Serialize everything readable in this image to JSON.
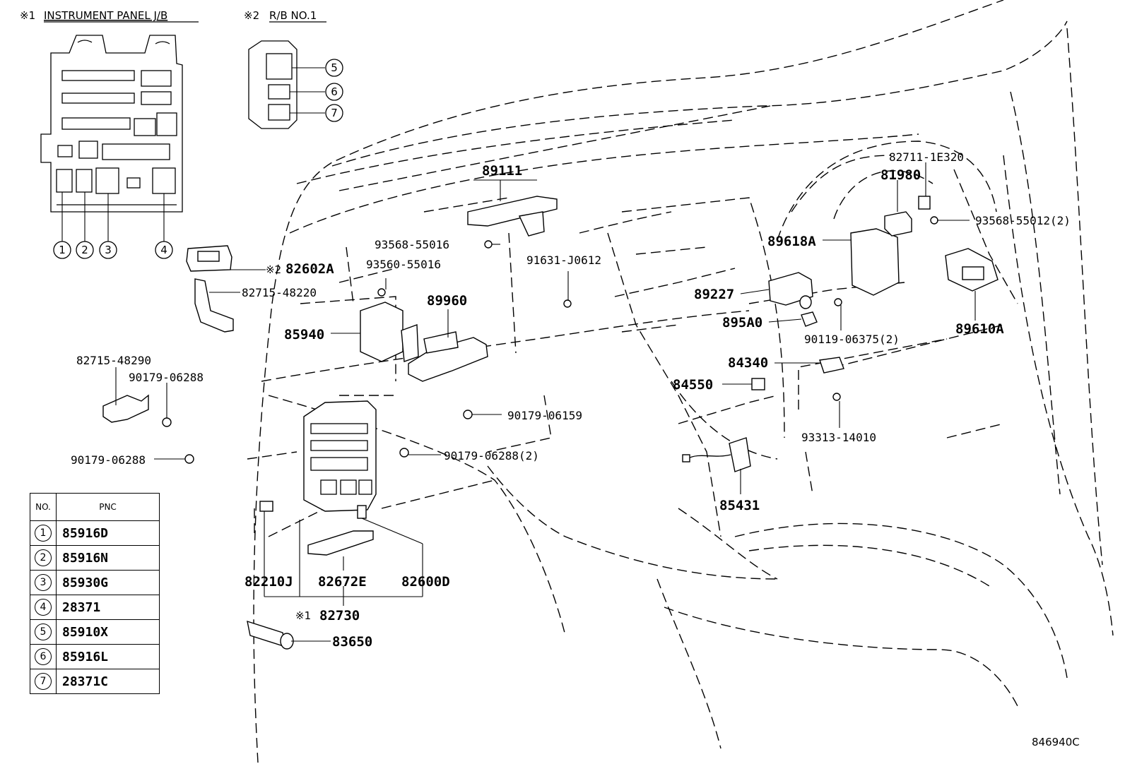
{
  "headers": {
    "panel1_mark": "※1",
    "panel1_title": "INSTRUMENT PANEL J/B",
    "panel2_mark": "※2",
    "panel2_title": "R/B NO.1"
  },
  "jb_callouts": [
    "1",
    "2",
    "3",
    "4"
  ],
  "rb_callouts": [
    "5",
    "6",
    "7"
  ],
  "parts": {
    "p89111": "89111",
    "p93568_55016": "93568-55016",
    "p93560_55016": "93560-55016",
    "p91631_j0612": "91631-J0612",
    "p89960": "89960",
    "p85940": "85940",
    "p82602a_mark": "※2",
    "p82602a": "82602A",
    "p82715_48220": "82715-48220",
    "p82715_48290": "82715-48290",
    "p90179_06288_a": "90179-06288",
    "p90179_06288_b": "90179-06288",
    "p90179_06159": "90179-06159",
    "p90179_06288_2": "90179-06288(2)",
    "p82210j": "82210J",
    "p82672e": "82672E",
    "p82600d": "82600D",
    "p82730_mark": "※1",
    "p82730": "82730",
    "p83650": "83650",
    "p82711_1e320": "82711-1E320",
    "p81980": "81980",
    "p93568_55012_2": "93568-55012(2)",
    "p89618a": "89618A",
    "p89227": "89227",
    "p895a0": "895A0",
    "p90119_06375_2": "90119-06375(2)",
    "p89610a": "89610A",
    "p84340": "84340",
    "p84550": "84550",
    "p93313_14010": "93313-14010",
    "p85431": "85431"
  },
  "table": {
    "col_no": "NO.",
    "col_pnc": "PNC",
    "rows": [
      {
        "no": "1",
        "pnc": "85916D"
      },
      {
        "no": "2",
        "pnc": "85916N"
      },
      {
        "no": "3",
        "pnc": "85930G"
      },
      {
        "no": "4",
        "pnc": "28371"
      },
      {
        "no": "5",
        "pnc": "85910X"
      },
      {
        "no": "6",
        "pnc": "85916L"
      },
      {
        "no": "7",
        "pnc": "28371C"
      }
    ]
  },
  "diagram_id": "846940C"
}
